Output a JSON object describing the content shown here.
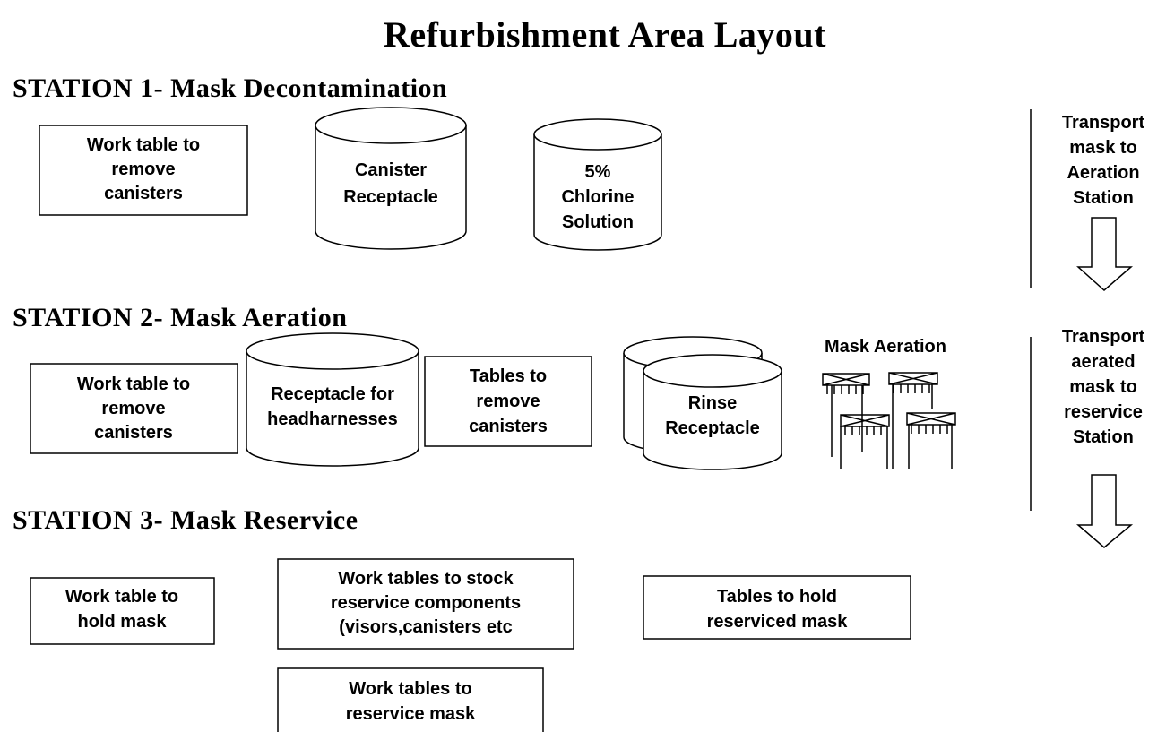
{
  "title": "Refurbishment Area Layout",
  "stations": [
    {
      "heading": "STATION 1- Mask Decontamination"
    },
    {
      "heading": "STATION 2- Mask Aeration"
    },
    {
      "heading": "STATION 3- Mask Reservice"
    }
  ],
  "station1": {
    "work_table": [
      "Work table to",
      "remove",
      "canisters"
    ],
    "canister_receptacle": [
      "Canister",
      "Receptacle"
    ],
    "chlorine": [
      "5%",
      "Chlorine",
      "Solution"
    ]
  },
  "station2": {
    "work_table": [
      "Work table to",
      "remove",
      "canisters"
    ],
    "headharness_receptacle": [
      "Receptacle for",
      "headharnesses"
    ],
    "tables": [
      "Tables to",
      "remove",
      "canisters"
    ],
    "rinse": [
      "Rinse",
      "Receptacle"
    ],
    "aeration_label": "Mask Aeration"
  },
  "station3": {
    "hold_mask": [
      "Work table to",
      "hold mask"
    ],
    "stock_components": [
      "Work tables to stock",
      "reservice components",
      "(visors,canisters etc"
    ],
    "hold_reserviced": [
      "Tables to hold",
      "reserviced  mask"
    ],
    "reservice_mask": [
      "Work tables to",
      "reservice mask"
    ]
  },
  "transport": {
    "to_aeration": [
      "Transport",
      "mask to",
      "Aeration",
      "Station"
    ],
    "to_reservice": [
      "Transport",
      "aerated",
      "mask to",
      "reservice",
      "Station"
    ]
  }
}
